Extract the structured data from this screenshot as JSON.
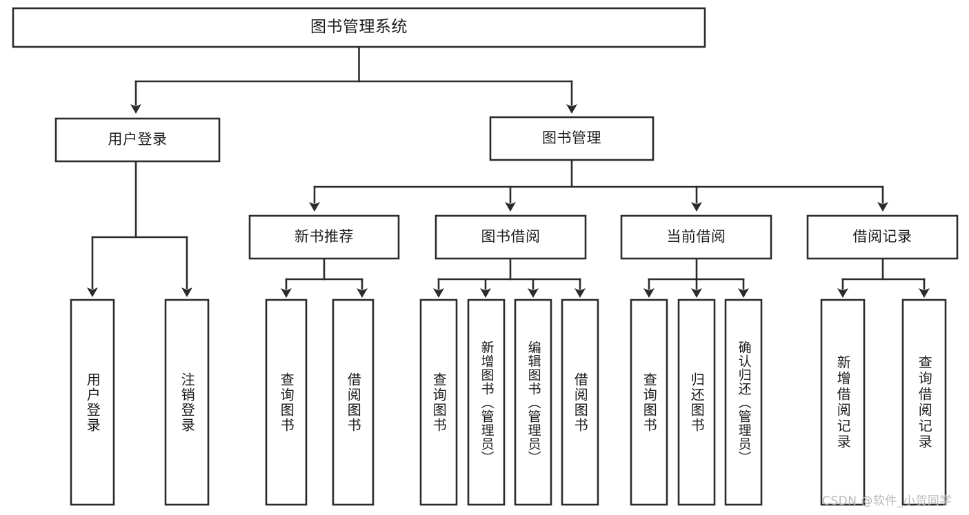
{
  "diagram": {
    "title": "图书管理系统",
    "type": "hierarchy-tree",
    "watermark": "CSDN @软件_小贺同学",
    "colors": {
      "stroke": "#2b2b2b",
      "fill": "#ffffff",
      "text": "#1c1c1c",
      "watermark": "#b9b9b9"
    },
    "root": {
      "label": "图书管理系统"
    },
    "level2": [
      {
        "label": "用户登录"
      },
      {
        "label": "图书管理"
      }
    ],
    "level3": [
      {
        "label": "新书推荐"
      },
      {
        "label": "图书借阅"
      },
      {
        "label": "当前借阅"
      },
      {
        "label": "借阅记录"
      }
    ],
    "leaves": {
      "user_login": [
        {
          "label": "用户登录"
        },
        {
          "label": "注销登录"
        }
      ],
      "new_book": [
        {
          "label": "查询图书"
        },
        {
          "label": "借阅图书"
        }
      ],
      "book_borrow": [
        {
          "label": "查询图书"
        },
        {
          "label": "新增图书（管理员）"
        },
        {
          "label": "编辑图书（管理员）"
        },
        {
          "label": "借阅图书"
        }
      ],
      "current_borrow": [
        {
          "label": "查询图书"
        },
        {
          "label": "归还图书"
        },
        {
          "label": "确认归还（管理员）"
        }
      ],
      "borrow_record": [
        {
          "label": "新增借阅记录"
        },
        {
          "label": "查询借阅记录"
        }
      ]
    }
  }
}
